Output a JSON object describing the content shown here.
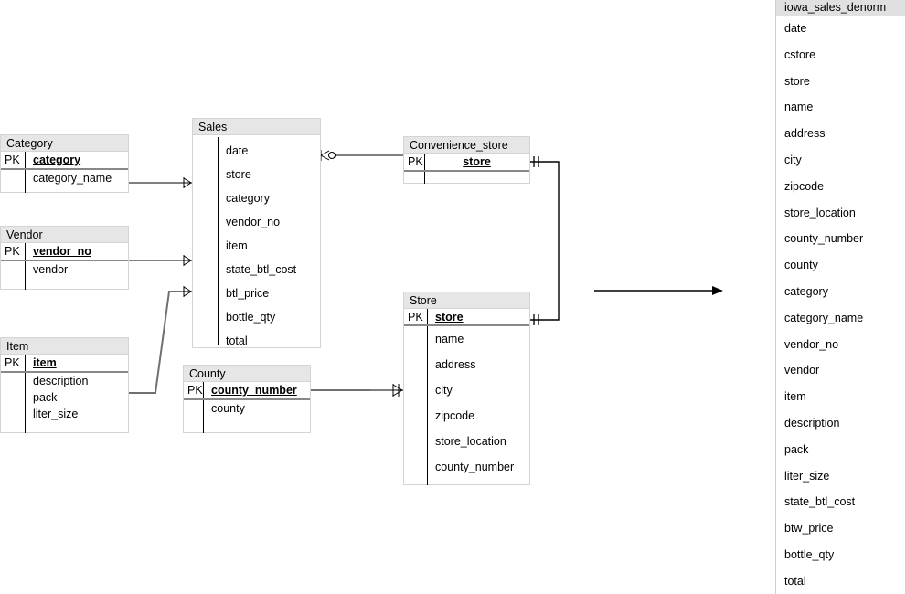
{
  "diagram": {
    "title": "iowa_sales_denorm ER diagram",
    "colors": {
      "entity_header_bg": "#e6e6e6",
      "entity_border": "#d4d4d4",
      "connector": "#000000",
      "connector_gray": "#707070",
      "panel_header_bg": "#e0e0e0",
      "text": "#000000"
    }
  },
  "entities": [
    {
      "name": "Category",
      "key_label": "PK",
      "pk": "category",
      "pk_align": "left",
      "attributes": [
        "category_name"
      ]
    },
    {
      "name": "Vendor",
      "key_label": "PK",
      "pk": "vendor_no",
      "pk_align": "left",
      "attributes": [
        "vendor"
      ]
    },
    {
      "name": "Item",
      "key_label": "PK",
      "pk": "item",
      "pk_align": "left",
      "attributes": [
        "description",
        "pack",
        "liter_size"
      ]
    },
    {
      "name": "Sales",
      "key_label": "",
      "pk": "",
      "pk_align": "left",
      "attributes": [
        "date",
        "store",
        "category",
        "vendor_no",
        "item",
        "state_btl_cost",
        "btl_price",
        "bottle_qty",
        "total"
      ]
    },
    {
      "name": "County",
      "key_label": "PK",
      "pk": "county_number",
      "pk_align": "left",
      "attributes": [
        "county"
      ]
    },
    {
      "name": "Convenience_store",
      "key_label": "PK",
      "pk": "store",
      "pk_align": "center",
      "attributes": [
        ""
      ]
    },
    {
      "name": "Store",
      "key_label": "PK",
      "pk": "store",
      "pk_align": "left",
      "attributes": [
        "name",
        "address",
        "city",
        "zipcode",
        "store_location",
        "county_number"
      ]
    }
  ],
  "relationships": [
    {
      "from": "Category",
      "to": "Sales",
      "from_cardinality": "one",
      "to_cardinality": "many"
    },
    {
      "from": "Vendor",
      "to": "Sales",
      "from_cardinality": "one",
      "to_cardinality": "many"
    },
    {
      "from": "Item",
      "to": "Sales",
      "from_cardinality": "one",
      "to_cardinality": "many"
    },
    {
      "from": "Sales",
      "to": "Convenience_store",
      "from_cardinality": "zero-or-many",
      "to_cardinality": "one"
    },
    {
      "from": "Convenience_store",
      "to": "Store",
      "from_cardinality": "one",
      "to_cardinality": "one"
    },
    {
      "from": "County",
      "to": "Store",
      "from_cardinality": "one",
      "to_cardinality": "many"
    }
  ],
  "denorm_panel": {
    "title": "iowa_sales_denorm",
    "columns": [
      "date",
      "cstore",
      "store",
      "name",
      "address",
      "city",
      "zipcode",
      "store_location",
      "county_number",
      "county",
      "category",
      "category_name",
      "vendor_no",
      "vendor",
      "item",
      "description",
      "pack",
      "liter_size",
      "state_btl_cost",
      "btw_price",
      "bottle_qty",
      "total"
    ]
  },
  "flow_arrow": {
    "direction": "right",
    "meaning": "denormalization"
  }
}
